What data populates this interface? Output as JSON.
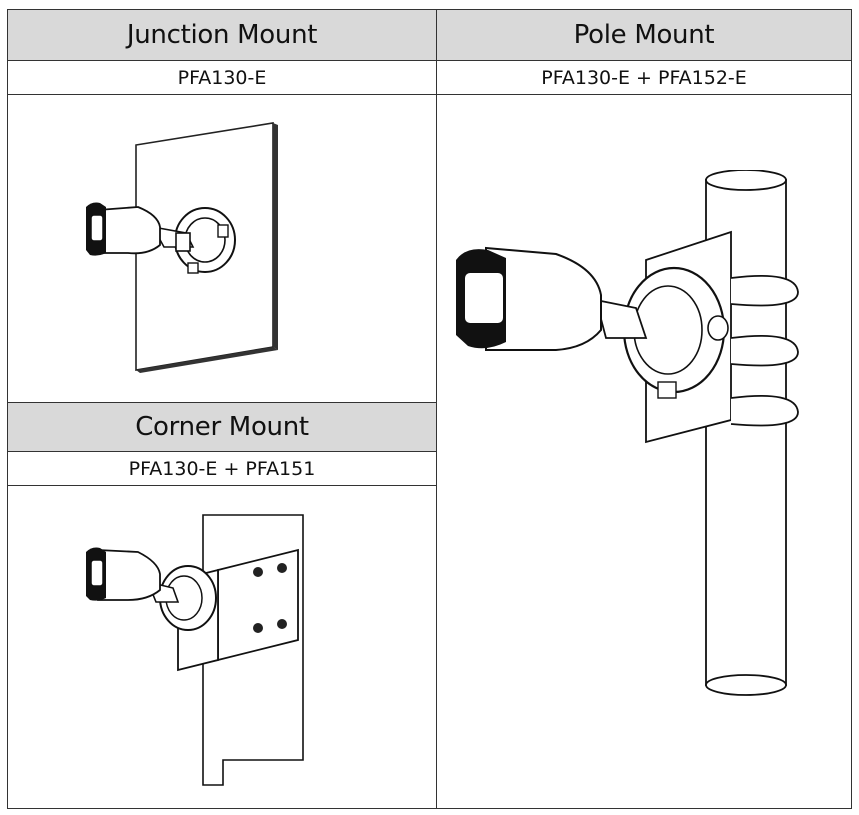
{
  "junction": {
    "title": "Junction Mount",
    "model": "PFA130-E"
  },
  "pole": {
    "title": "Pole Mount",
    "model": "PFA130-E + PFA152-E"
  },
  "corner": {
    "title": "Corner Mount",
    "model": "PFA130-E + PFA151"
  },
  "colors": {
    "header_bg": "#d9d9d9",
    "line": "#333333"
  }
}
